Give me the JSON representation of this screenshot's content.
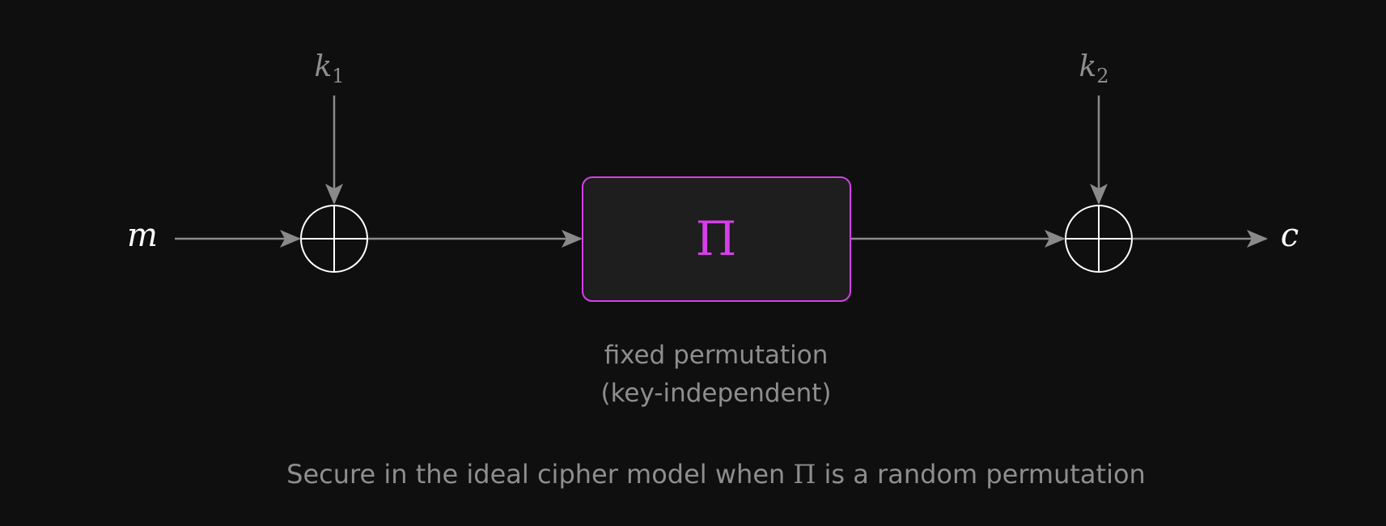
{
  "inputs": {
    "message": "m",
    "key1_base": "k",
    "key1_sub": "1",
    "key2_base": "k",
    "key2_sub": "2",
    "ciphertext": "c"
  },
  "permutation": {
    "symbol": "Π",
    "caption_line1": "fixed permutation",
    "caption_line2": "(key-independent)"
  },
  "footer": {
    "prefix": "Secure in the ideal cipher model when ",
    "symbol": "Π",
    "suffix": " is a random permutation"
  },
  "colors": {
    "background": "#0f0f0f",
    "box_fill": "#1e1e1e",
    "accent": "#d63fe8",
    "line": "#8a8a8a",
    "xor": "#ffffff",
    "text_main": "#ffffff",
    "text_muted": "#8e8e8e"
  }
}
